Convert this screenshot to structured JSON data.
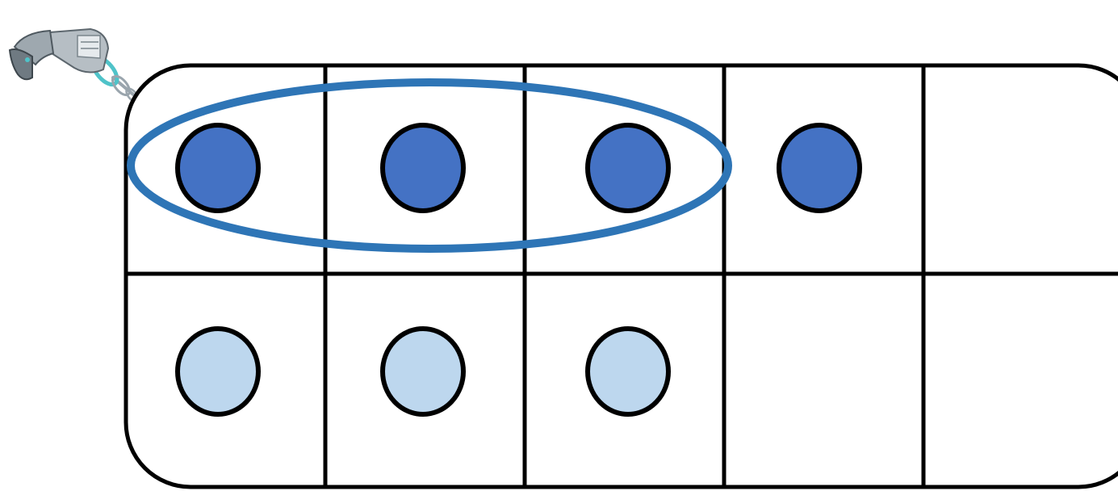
{
  "ten_frame": {
    "rows": 2,
    "columns": 5,
    "top_row_filled_counters": 4,
    "bottom_row_filled_counters": 3,
    "circled_group_size": 3
  },
  "icons": {
    "tool": "ray-gun-icon"
  },
  "colors": {
    "frame_stroke": "#000000",
    "dark_counter": "#4472c4",
    "light_counter": "#bdd7ee",
    "group_oval": "#2e75b6"
  }
}
